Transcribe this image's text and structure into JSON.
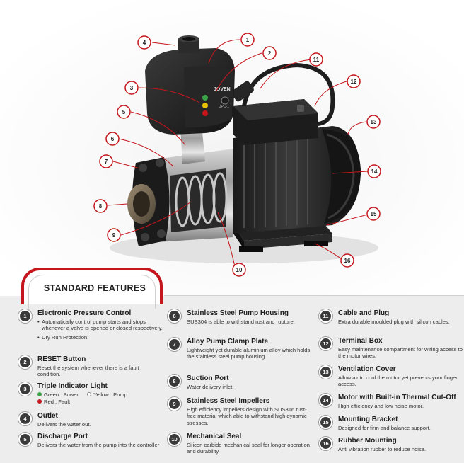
{
  "section_title": "STANDARD FEATURES",
  "colors": {
    "accent_red": "#c4161c",
    "badge_dark": "#3a3a3a"
  },
  "pump_label_brand": "JOVEN",
  "pump_label_model": "JPC-1",
  "callouts": [
    "1",
    "2",
    "3",
    "4",
    "5",
    "6",
    "7",
    "8",
    "9",
    "10",
    "11",
    "12",
    "13",
    "14",
    "15",
    "16"
  ],
  "features": [
    {
      "num": "1",
      "title": "Electronic Pressure Control",
      "bullets": [
        "Automatically control pump starts and stops whenever a valve is opened or closed respectively.",
        "Dry Run Protection."
      ]
    },
    {
      "num": "2",
      "title": "RESET Button",
      "desc": "Reset the system whenever there is a fault condition."
    },
    {
      "num": "3",
      "title": "Triple Indicator Light",
      "lights": [
        {
          "label": "Green : Power",
          "color": "#3aa648"
        },
        {
          "label": "Yellow : Pump",
          "color": "#ffffff"
        },
        {
          "label": "Red : Fault",
          "color": "#c4161c"
        }
      ]
    },
    {
      "num": "4",
      "title": "Outlet",
      "desc": "Delivers the water out."
    },
    {
      "num": "5",
      "title": "Discharge Port",
      "desc": "Delivers the water from the pump into the controller"
    },
    {
      "num": "6",
      "title": "Stainless Steel Pump Housing",
      "desc": "SUS304 is able to withstand rust and rupture."
    },
    {
      "num": "7",
      "title": "Alloy Pump Clamp Plate",
      "desc": "Lightweight yet durable aluminium alloy which holds the stainless steel pump housing."
    },
    {
      "num": "8",
      "title": "Suction Port",
      "desc": "Water delivery inlet."
    },
    {
      "num": "9",
      "title": "Stainless Steel Impellers",
      "desc": "High efficiency impellers design with SUS316 rust-free material which able to withstand high dynamic stresses."
    },
    {
      "num": "10",
      "title": "Mechanical Seal",
      "desc": "Silicon carbide mechanical seal for longer operation and durability."
    },
    {
      "num": "11",
      "title": "Cable and Plug",
      "desc": "Extra durable moulded plug with silicon cables."
    },
    {
      "num": "12",
      "title": "Terminal Box",
      "desc": "Easy maintenance compartment for wiring access to the motor wires."
    },
    {
      "num": "13",
      "title": "Ventilation Cover",
      "desc": "Allow air to cool the motor yet prevents your finger access."
    },
    {
      "num": "14",
      "title": "Motor with Built-in Thermal Cut-Off",
      "desc": "High efficiency and low noise motor."
    },
    {
      "num": "15",
      "title": "Mounting Bracket",
      "desc": "Designed for firm and balance support."
    },
    {
      "num": "16",
      "title": "Rubber Mounting",
      "desc": "Anti vibration rubber to reduce noise."
    }
  ]
}
